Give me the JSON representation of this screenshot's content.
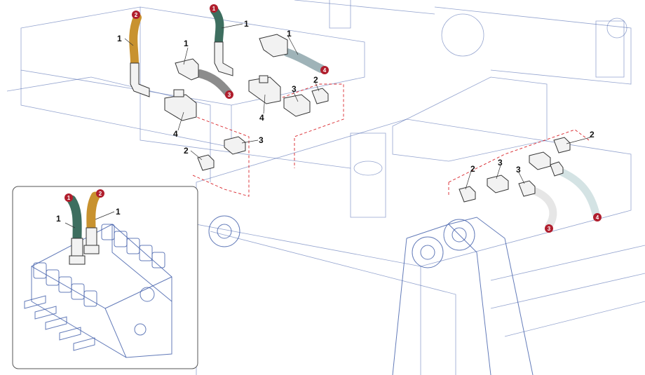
{
  "diagram": {
    "part_labels": [
      "1",
      "1",
      "1",
      "1",
      "2",
      "2",
      "2",
      "2",
      "3",
      "3",
      "3",
      "3",
      "4",
      "4"
    ],
    "hose_badges": [
      "1",
      "2",
      "3",
      "4",
      "3",
      "4"
    ],
    "inset": {
      "hose_badges": [
        "1",
        "2"
      ],
      "part_labels": [
        "1",
        "1"
      ]
    },
    "colors": {
      "hose_1": "#3d6e5f",
      "hose_2": "#c8922f",
      "hose_3": "#8c8c8c",
      "hose_4": "#9fb3b8",
      "badge": "#b01e2d",
      "linework": "#3c5aa8",
      "dashed_guides": "#d9262c"
    }
  }
}
